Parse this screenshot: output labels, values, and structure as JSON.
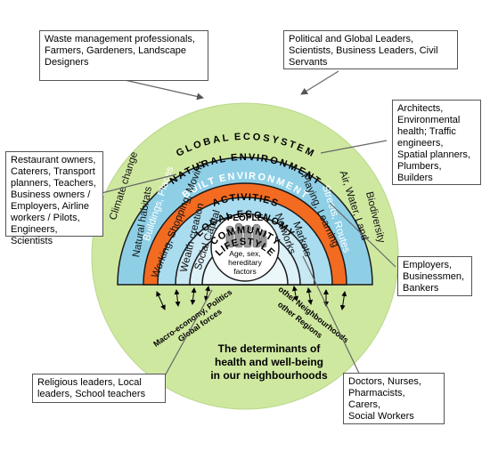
{
  "diagram": {
    "global_ecosystem": "GLOBAL ECOSYSTEM",
    "natural_environment": "NATURAL ENVIRONMENT",
    "built_environment": "BUILT ENVIRONMENT",
    "activities": "ACTIVITIES",
    "local_economy": "LOCAL ECONOMY",
    "community": "COMMUNITY",
    "lifestyle": "LIFESTYLE",
    "people": "PEOPLE",
    "core_lines": [
      "Age, sex,",
      "hereditary",
      "factors"
    ],
    "left_labels": {
      "climate_change": "Climate change",
      "natural_habitats": "Natural habitats",
      "buildings_places": "Buildings, Places",
      "working_shopping_moving": "Working, Shopping, Moving",
      "wealth_creation": "Wealth creation",
      "social_capital": "Social Capital"
    },
    "right_labels": {
      "biodiversity": "Biodiversity",
      "air_water_land": "Air, Water, Land",
      "streets_routes": "Streets, Routes",
      "playing_learning": "Playing, Learning",
      "markets": "Markets",
      "networks": "Networks"
    },
    "macro_lines": [
      "Macro-economy, Politics",
      "Global forces"
    ],
    "neighbourhood_lines": [
      "other Neighbourhoods",
      "other Regions"
    ],
    "title_lines": [
      "The determinants of",
      "health and well-being",
      "in our neighbourhoods"
    ]
  },
  "callouts": {
    "top_left": "Waste management professionals,\nFarmers, Gardeners, Landscape\nDesigners",
    "top_right": "Political and Global Leaders,\nScientists, Business Leaders, Civil\nServants",
    "right_upper": "Architects,\nEnvironmental\nhealth; Traffic\nengineers,\nSpatial planners,\nPlumbers,\nBuilders",
    "left_middle": "Restaurant owners,\nCaterers, Transport\nplanners, Teachers,\nBusiness owners /\nEmployers, Airline\nworkers / Pilots,\nEngineers, Scientists",
    "right_middle": "Employers,\nBusinessmen,\nBankers",
    "bottom_left": "Religious leaders, Local\nleaders, School teachers",
    "bottom_right": "Doctors, Nurses,\nPharmacists, Carers,\nSocial Workers"
  },
  "colors": {
    "ecosystem": "#cfe8a0",
    "natural": "#8ecfe6",
    "built": "#f26b21",
    "activities": "#a9dcef",
    "economy": "#c8e8f4",
    "community": "#ddf1f8",
    "lifestyle": "#ecf7fb",
    "core": "#ffffff",
    "outline": "#1a1a1a"
  }
}
